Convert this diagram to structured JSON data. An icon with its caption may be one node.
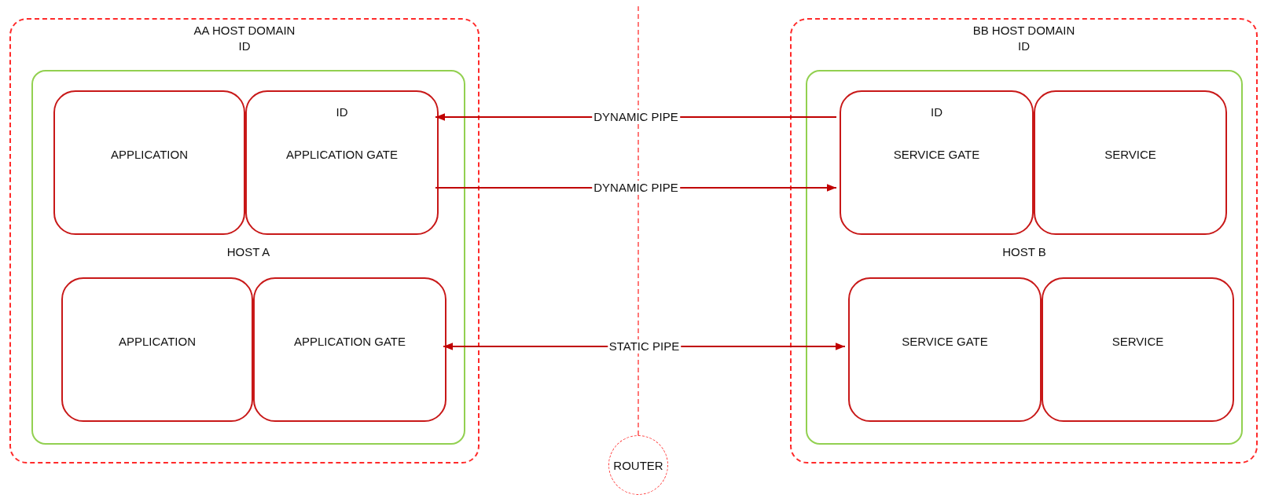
{
  "diagram": {
    "nodes": [
      {
        "text": [
          "AA HOST DOMAIN",
          "ID"
        ]
      },
      {
        "text": [
          "HOST A"
        ],
        "in": 0
      },
      {
        "text": [
          "APPLICATION"
        ],
        "in": 1
      },
      {
        "text": [
          "ID",
          "APPLICATION GATE"
        ],
        "in": 1
      },
      {
        "text": [
          "APPLICATION"
        ],
        "in": 1
      },
      {
        "text": [
          "APPLICATION GATE"
        ],
        "in": 1
      },
      {
        "text": [
          "BB HOST DOMAIN",
          "ID"
        ]
      },
      {
        "text": [
          "HOST B"
        ],
        "in": 6
      },
      {
        "text": [
          "ID",
          "SERVICE GATE"
        ],
        "in": 7
      },
      {
        "text": [
          "SERVICE"
        ],
        "in": 7
      },
      {
        "text": [
          "SERVICE GATE"
        ],
        "in": 7
      },
      {
        "text": [
          "SERVICE"
        ],
        "in": 7
      },
      {
        "text": [
          "ROUTER"
        ]
      }
    ],
    "edges": [
      {
        "from": 8,
        "to": 3,
        "arrow": "to",
        "label": "DYNAMIC PIPE"
      },
      {
        "from": 3,
        "to": 8,
        "arrow": "to",
        "label": "DYNAMIC PIPE"
      },
      {
        "from": 5,
        "to": 10,
        "arrow": "both",
        "label": "STATIC PIPE"
      },
      {
        "from": null,
        "to": 12,
        "arrow": "none",
        "style": "dashed",
        "color": "#ff3030"
      }
    ]
  }
}
